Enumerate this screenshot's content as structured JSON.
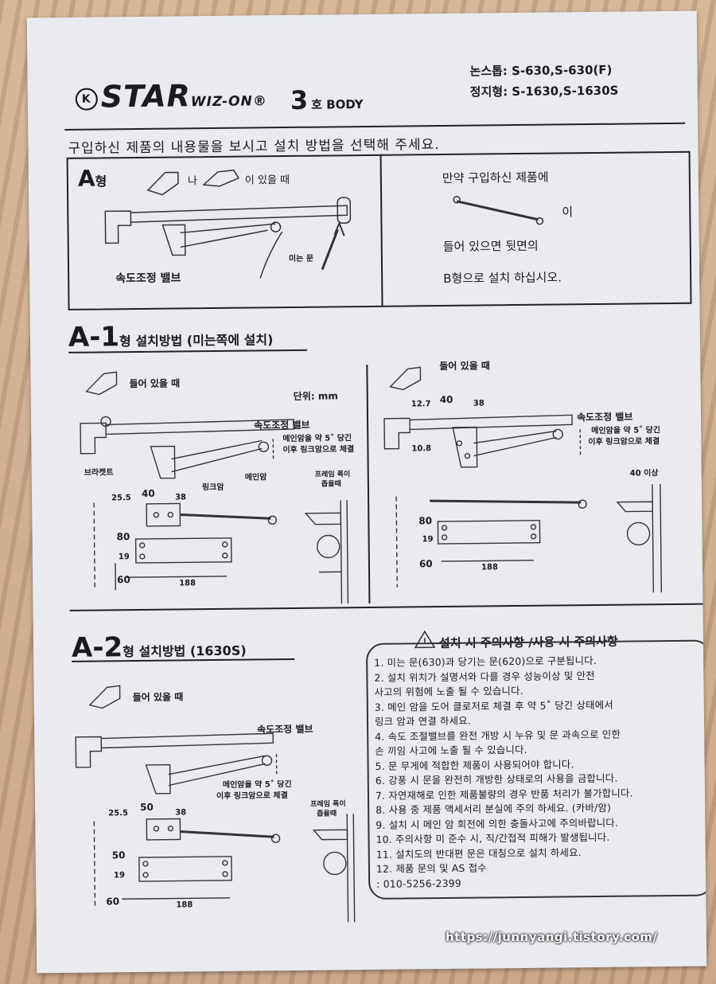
{
  "header": {
    "brand": "STAR",
    "brand_circle": "K",
    "brand_sub": "WIZ-ON",
    "registered": "®",
    "body_number": "3",
    "body_label": "호 BODY",
    "model_line1": "논스톱: S-630,S-630(F)",
    "model_line2": "정지형: S-1630,S-1630S",
    "instruction": "구입하신 제품의 내용물을 보시고 설치 방법을 선택해 주세요."
  },
  "type_a": {
    "title": "A",
    "title_suffix": "형",
    "or_label": "나",
    "exists_label": "이 있을 때",
    "valve_label": "속도조정 밸브",
    "push_door_label": "미는 문"
  },
  "type_b_note": {
    "line1": "만약 구입하신 제품에",
    "line2": "이",
    "line3": "들어 있으면 뒷면의",
    "line4": "B형으로 설치 하십시오."
  },
  "section_a1": {
    "title": "A-1",
    "title_suffix": "형 설치방법 (미는쪽에 설치)",
    "left": {
      "included_label": "들어 있을 때",
      "unit_label": "단위: mm",
      "valve_label": "속도조정 밸브",
      "main_arm_note1": "메인암을 약 5˚ 당긴",
      "main_arm_note2": "이후 링크암으로 체결",
      "bracket_label": "브라켓트",
      "main_arm_label": "메인암",
      "link_arm_label": "링크암",
      "frame_note1": "프레임 폭이",
      "frame_note2": "좁을때",
      "dim_25_5": "25.5",
      "dim_40": "40",
      "dim_38": "38",
      "dim_80": "80",
      "dim_19": "19",
      "dim_60": "60",
      "dim_188": "188"
    },
    "right": {
      "included_label": "들어 있을 때",
      "valve_label": "속도조정 밸브",
      "main_arm_note1": "메인암을 약 5˚ 당긴",
      "main_arm_note2": "이후 링크암으로 체결",
      "dim_12_7": "12.7",
      "dim_40": "40",
      "dim_38": "38",
      "dim_10_8": "10.8",
      "dim_40_over": "40 이상",
      "dim_80": "80",
      "dim_19": "19",
      "dim_60": "60",
      "dim_188": "188"
    }
  },
  "section_a2": {
    "title": "A-2",
    "title_suffix": "형 설치방법 (1630S)",
    "included_label": "들어 있을 때",
    "valve_label": "속도조정 밸브",
    "main_arm_note1": "메인암을 약 5˚ 당긴",
    "main_arm_note2": "이후 링크암으로 체결",
    "frame_note1": "프레임 폭이",
    "frame_note2": "좁을때",
    "dim_25_5": "25.5",
    "dim_50a": "50",
    "dim_38": "38",
    "dim_50b": "50",
    "dim_19": "19",
    "dim_60": "60",
    "dim_188": "188"
  },
  "notes": {
    "title": "설치 시 주의사항 /사용 시 주의사항",
    "items": [
      "1. 미는 문(630)과 당기는 문(620)으로 구분됩니다.",
      "2. 설치 위치가 설명서와 다를 경우 성능이상 및 안전",
      "   사고의 위험에 노출 될 수 있습니다.",
      "3.  메인 암을 도어 클로저로 체결 후 약 5˚ 당긴 상태에서",
      "    링크 암과 연결 하세요.",
      "4. 속도 조절밸브를 완전 개방 시 누유 및 문 과속으로 인한",
      "   손 끼임 사고에 노출 될 수 있습니다.",
      "5. 문 무게에 적합한 제품이 사용되어야 합니다.",
      "6. 강풍 시 문을 완전히 개방한 상태로의 사용을 금합니다.",
      "7. 자연재해로 인한 제품불량의 경우 반품 처리가 불가합니다.",
      "8. 사용 중 제품 액세서리 분실에 주의 하세요. (카바/암)",
      "9. 설치 시 메인 암 회전에 의한 충돌사고에 주의바랍니다.",
      "10. 주의사항 미 준수 시, 직/간접적 피해가 발생됩니다.",
      "11. 설치도의 반대편 문은 대칭으로 설치 하세요.",
      "12. 제품 문의 및 AS 접수",
      "   : 010-5256-2399"
    ]
  },
  "watermark": "https://junnyangi.tistory.com/"
}
